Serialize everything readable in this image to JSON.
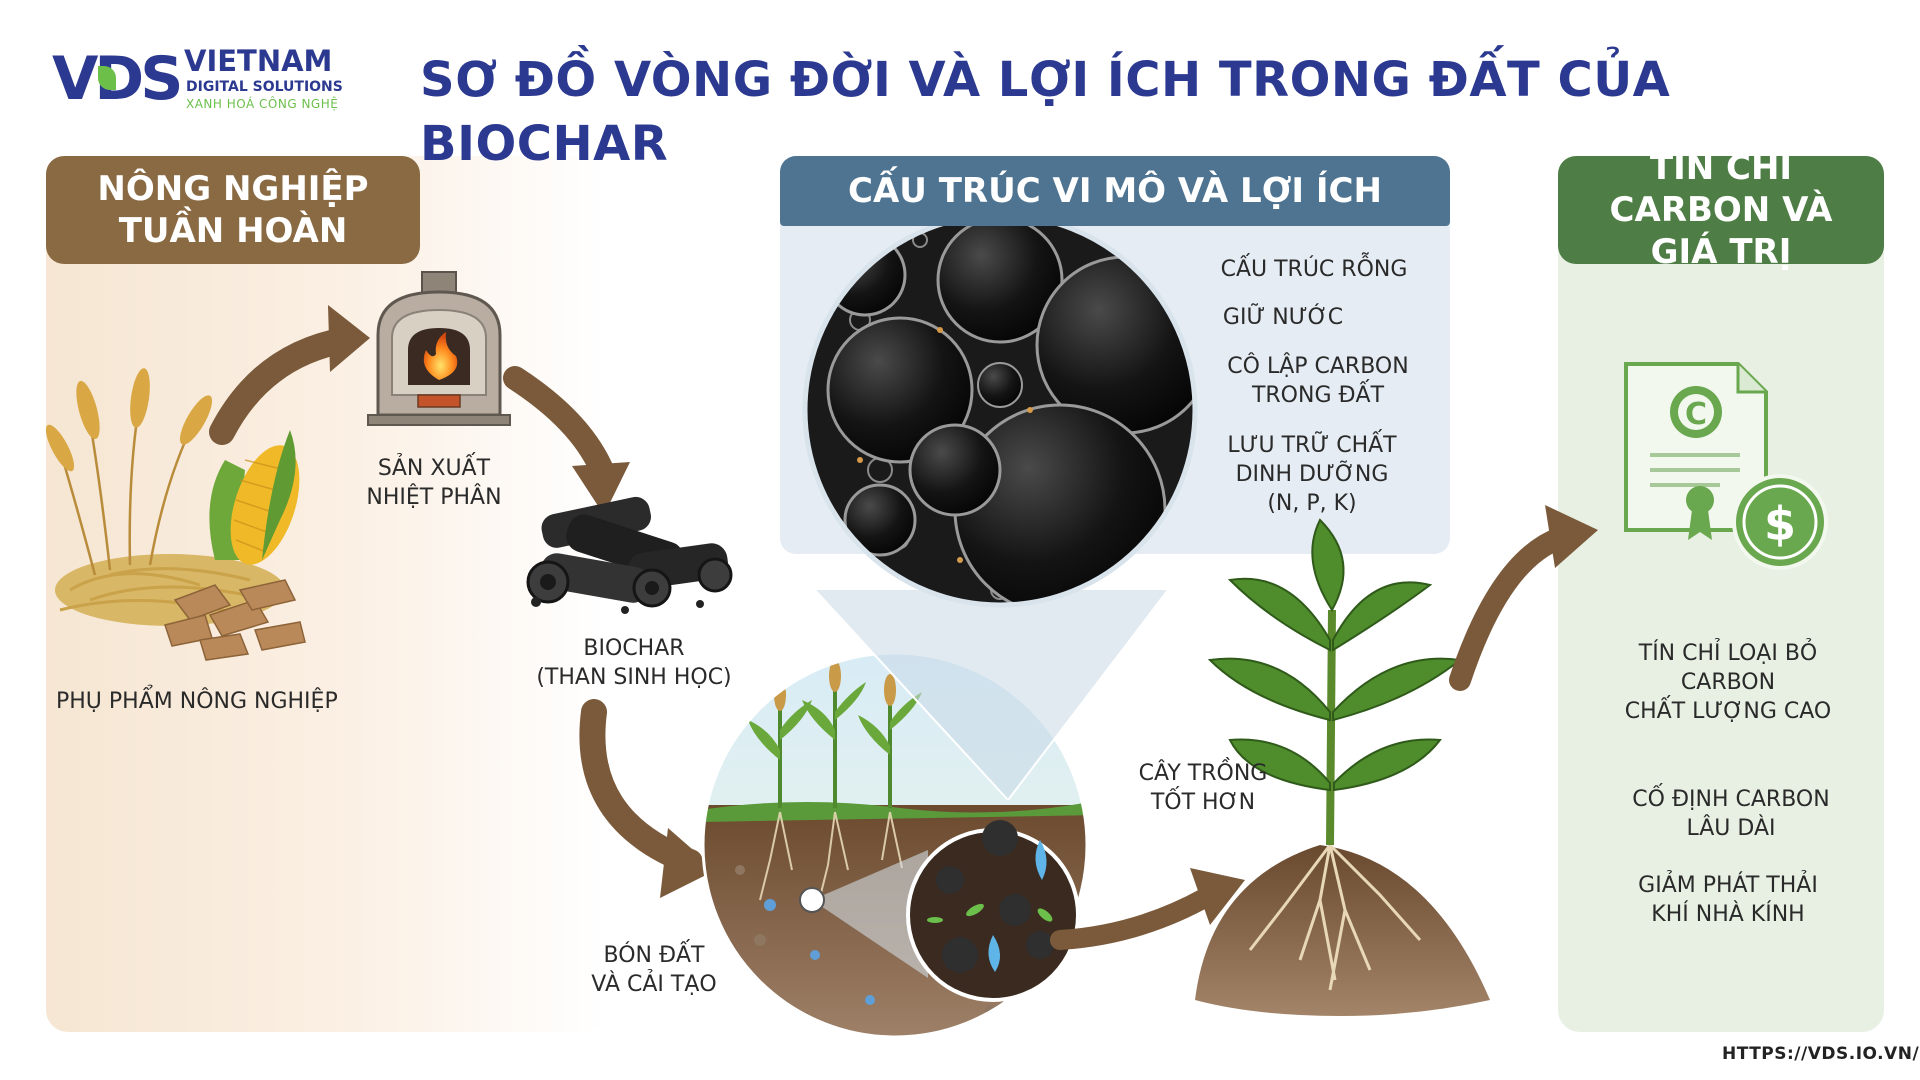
{
  "header": {
    "logo_mark": "VDS",
    "logo_name": "VIETNAM",
    "logo_sub": "DIGITAL SOLUTIONS",
    "logo_tagline": "XANH HOÁ CÔNG NGHỆ",
    "title": "SƠ ĐỒ VÒNG ĐỜI VÀ LỢI ÍCH TRONG ĐẤT CỦA BIOCHAR"
  },
  "sections": {
    "left_title": "NÔNG NGHIỆP TUẦN HOÀN",
    "middle_title": "CẤU TRÚC VI MÔ VÀ LỢI ÍCH",
    "right_title": "TÍN CHỈ CARBON VÀ GIÁ TRỊ"
  },
  "lifecycle": {
    "residue": "PHỤ PHẨM NÔNG NGHIỆP",
    "pyrolysis": "SẢN XUẤT NHIỆT PHÂN",
    "biochar": "BIOCHAR (THAN SINH HỌC)",
    "soil_application": "BÓN ĐẤT VÀ CẢI TẠO",
    "better_crops": "CÂY TRỒNG TỐT HƠN"
  },
  "microstructure": {
    "benefits": [
      "CẤU TRÚC RỖNG",
      "GIỮ NƯỚC",
      "CÔ LẬP CARBON TRONG ĐẤT",
      "LƯU TRỮ CHẤT DINH DƯỠNG (N, P, K)"
    ]
  },
  "carbon_credits": {
    "certificate_symbol": "C",
    "currency_symbol": "$",
    "items": [
      "TÍN CHỈ LOẠI BỎ CARBON CHẤT LƯỢNG CAO",
      "CỐ ĐỊNH CARBON LÂU DÀI",
      "GIẢM PHÁT THẢI KHÍ NHÀ KÍNH"
    ]
  },
  "footer": {
    "url": "HTTPS://VDS.IO.VN/"
  },
  "colors": {
    "brand_blue": "#2b3990",
    "brand_green": "#6cc04a",
    "left_banner": "#8a6a43",
    "middle_banner": "#4f7491",
    "right_banner": "#4e7d45",
    "arrow_brown": "#7a5a3a"
  }
}
